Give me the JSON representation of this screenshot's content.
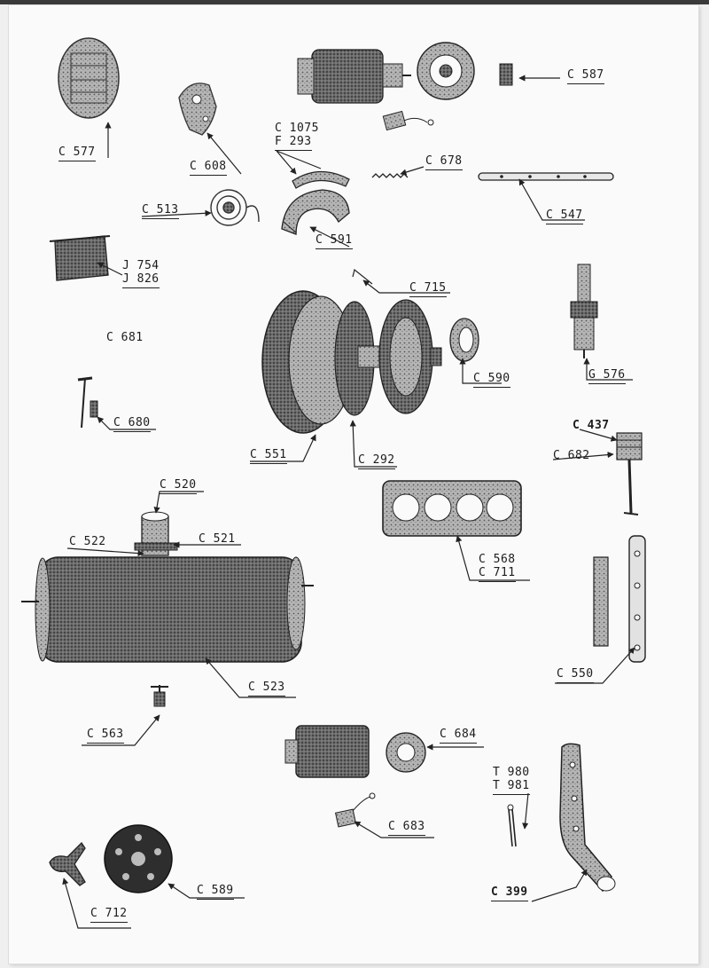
{
  "labels": {
    "c577": "C 577",
    "c608": "C 608",
    "c513": "C 513",
    "c587": "C 587",
    "c1075": "C 1075",
    "f293": "F 293",
    "c678": "C 678",
    "c591": "C 591",
    "c547": "C 547",
    "j754": "J 754",
    "j826": "J 826",
    "c715": "C 715",
    "c681": "C 681",
    "c590": "C 590",
    "g576": "G 576",
    "c680": "C 680",
    "c551": "C 551",
    "c292": "C 292",
    "c437": "C 437",
    "c682": "C 682",
    "c520": "C 520",
    "c522": "C 522",
    "c521": "C 521",
    "c568": "C 568",
    "c711": "C 711",
    "c550": "C 550",
    "c523": "C 523",
    "c563": "C 563",
    "c684": "C 684",
    "t980": "T 980",
    "t981": "T 981",
    "c683": "C 683",
    "c399": "C 399",
    "c589": "C 589",
    "c712": "C 712"
  },
  "colors": {
    "ink": "#222222",
    "paper": "#fafafa"
  }
}
